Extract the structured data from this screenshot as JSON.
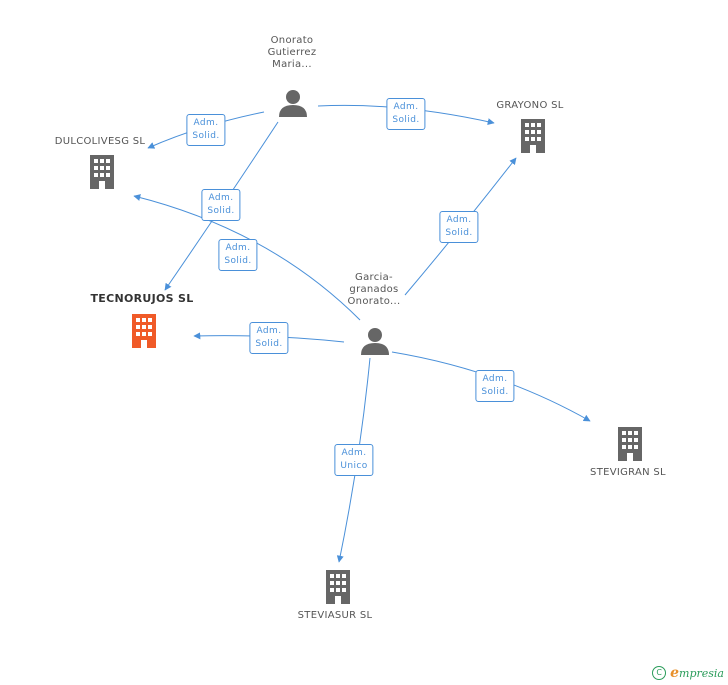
{
  "nodes": {
    "onorato": {
      "name_lines": [
        "Onorato",
        "Gutierrez",
        "Maria..."
      ],
      "type": "person"
    },
    "garcia": {
      "name_lines": [
        "Garcia-",
        "granados",
        "Onorato..."
      ],
      "type": "person"
    },
    "dulcolivesg": {
      "name": "DULCOLIVESG SL",
      "type": "company"
    },
    "grayono": {
      "name": "GRAYONO SL",
      "type": "company"
    },
    "tecnorujos": {
      "name": "TECNORUJOS SL",
      "type": "company",
      "highlighted": true
    },
    "stevigran": {
      "name": "STEVIGRAN SL",
      "type": "company"
    },
    "steviasur": {
      "name": "STEVIASUR SL",
      "type": "company"
    }
  },
  "relations": [
    {
      "id": "r1",
      "from": "onorato",
      "to": "dulcolivesg",
      "line1": "Adm.",
      "line2": "Solid."
    },
    {
      "id": "r2",
      "from": "onorato",
      "to": "grayono",
      "line1": "Adm.",
      "line2": "Solid."
    },
    {
      "id": "r3",
      "from": "onorato",
      "to": "tecnorujos",
      "line1": "Adm.",
      "line2": "Solid."
    },
    {
      "id": "r4",
      "from": "garcia",
      "to": "dulcolivesg",
      "line1": "Adm.",
      "line2": "Solid."
    },
    {
      "id": "r5",
      "from": "garcia",
      "to": "grayono",
      "line1": "Adm.",
      "line2": "Solid."
    },
    {
      "id": "r6",
      "from": "garcia",
      "to": "tecnorujos",
      "line1": "Adm.",
      "line2": "Solid."
    },
    {
      "id": "r7",
      "from": "garcia",
      "to": "stevigran",
      "line1": "Adm.",
      "line2": "Solid."
    },
    {
      "id": "r8",
      "from": "garcia",
      "to": "steviasur",
      "line1": "Adm.",
      "line2": "Unico"
    }
  ],
  "watermark": {
    "copyright_symbol": "C",
    "brand_initial": "e",
    "brand_rest": "mpresia"
  },
  "colors": {
    "edge": "#4a90d9",
    "person": "#666666",
    "company": "#666666",
    "company_highlighted": "#f05a28",
    "brand": "#2a9c5a"
  }
}
